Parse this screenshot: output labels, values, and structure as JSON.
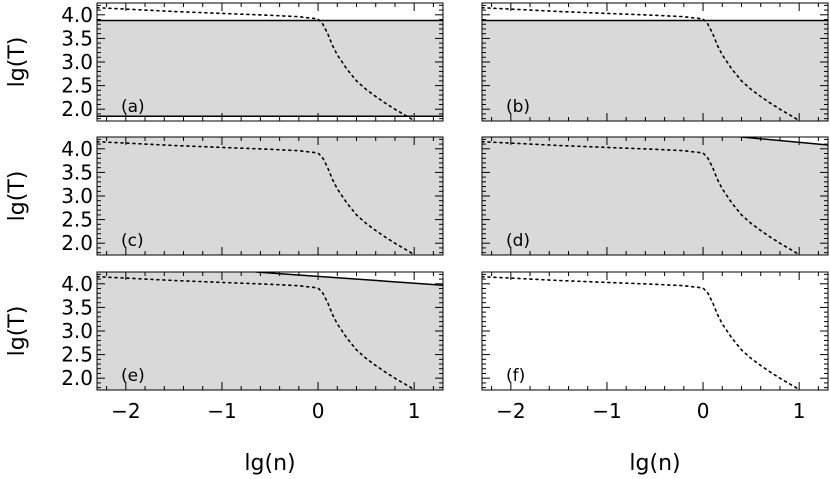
{
  "chart_data": {
    "type": "line",
    "layout": "3x2 grid of panels, shared axes",
    "xlabel": "lg(n)",
    "ylabel": "lg(T)",
    "xlim": [
      -2.3,
      1.3
    ],
    "ylim": [
      1.75,
      4.25
    ],
    "xticks": [
      -2,
      -1,
      0,
      1
    ],
    "xtick_labels": [
      "−2",
      "−1",
      "0",
      "1"
    ],
    "yticks": [
      2.0,
      2.5,
      3.0,
      3.5,
      4.0
    ],
    "ytick_labels": [
      "2.0",
      "2.5",
      "3.0",
      "3.5",
      "4.0"
    ],
    "grid": false,
    "shared_dotted_curve": {
      "style": "dotted",
      "x": [
        -2.3,
        -2.0,
        -1.5,
        -1.0,
        -0.5,
        -0.2,
        0.0,
        0.05,
        0.1,
        0.15,
        0.2,
        0.3,
        0.4,
        0.5,
        0.6,
        0.7,
        0.8,
        0.9,
        1.0
      ],
      "y": [
        4.15,
        4.12,
        4.07,
        4.03,
        3.99,
        3.96,
        3.91,
        3.8,
        3.6,
        3.35,
        3.15,
        2.85,
        2.6,
        2.42,
        2.27,
        2.13,
        2.0,
        1.88,
        1.76
      ]
    },
    "panels": [
      {
        "label": "(a)",
        "shaded": true,
        "shade_color": "#d9d9d9",
        "shade_range_y": [
          1.85,
          3.88
        ],
        "solid_lines": [
          {
            "x": [
              -2.3,
              1.3
            ],
            "y": [
              3.88,
              3.88
            ]
          },
          {
            "x": [
              -2.3,
              1.3
            ],
            "y": [
              1.85,
              1.85
            ]
          }
        ]
      },
      {
        "label": "(b)",
        "shaded": true,
        "shade_color": "#d9d9d9",
        "shade_range_y": [
          1.75,
          3.88
        ],
        "solid_lines": [
          {
            "x": [
              -2.3,
              1.3
            ],
            "y": [
              3.88,
              3.88
            ]
          }
        ]
      },
      {
        "label": "(c)",
        "shaded": true,
        "shade_color": "#d9d9d9",
        "shade_full": true,
        "solid_lines": []
      },
      {
        "label": "(d)",
        "shaded": true,
        "shade_color": "#d9d9d9",
        "shade_below_line": true,
        "solid_lines": [
          {
            "x": [
              0.4,
              1.3
            ],
            "y": [
              4.25,
              4.08
            ]
          }
        ]
      },
      {
        "label": "(e)",
        "shaded": true,
        "shade_color": "#d9d9d9",
        "shade_below_line": true,
        "solid_lines": [
          {
            "x": [
              -0.65,
              1.3
            ],
            "y": [
              4.25,
              3.97
            ]
          }
        ]
      },
      {
        "label": "(f)",
        "shaded": false,
        "solid_lines": []
      }
    ]
  }
}
